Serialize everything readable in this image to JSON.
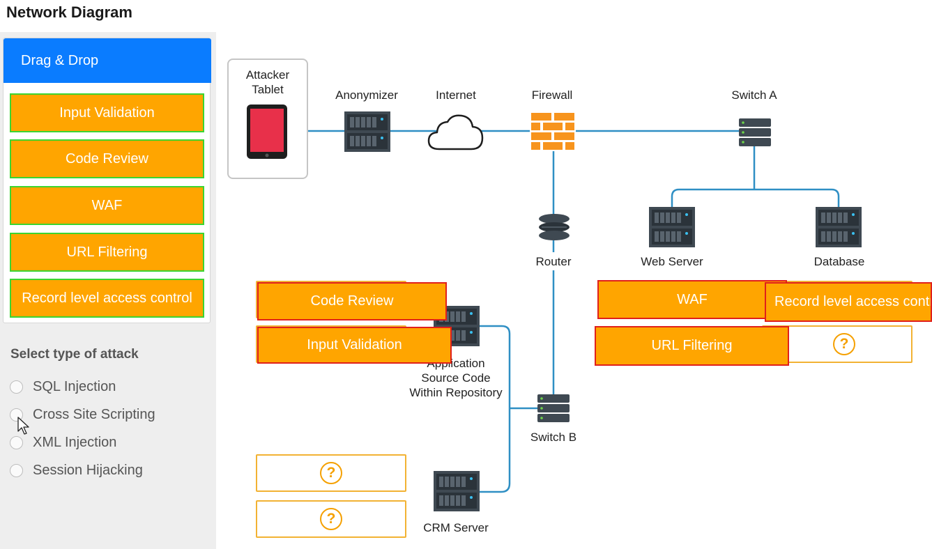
{
  "page": {
    "title": "Network Diagram"
  },
  "sidebar": {
    "drag_header": "Drag & Drop",
    "items": [
      {
        "label": "Input Validation"
      },
      {
        "label": "Code Review"
      },
      {
        "label": "WAF"
      },
      {
        "label": "URL Filtering"
      },
      {
        "label": "Record level access control"
      }
    ],
    "attack_title": "Select type of attack",
    "attack_options": [
      {
        "label": "SQL Injection",
        "selected": false
      },
      {
        "label": "Cross Site Scripting",
        "selected": false
      },
      {
        "label": "XML Injection",
        "selected": false
      },
      {
        "label": "Session Hijacking",
        "selected": false
      }
    ]
  },
  "diagram": {
    "nodes": {
      "attacker": "Attacker\nTablet",
      "anonymizer": "Anonymizer",
      "internet": "Internet",
      "firewall": "Firewall",
      "switch_a": "Switch A",
      "router": "Router",
      "web_server": "Web Server",
      "database": "Database",
      "app_source": "Application\nSource Code\nWithin Repository",
      "switch_b": "Switch B",
      "crm_server": "CRM Server"
    },
    "placed": {
      "app_code_review": "Code Review",
      "app_input_validation": "Input Validation",
      "web_waf": "WAF",
      "web_url_filtering": "URL Filtering",
      "db_record_level": "Record level access control"
    },
    "empty_slot_symbol": "?"
  },
  "colors": {
    "accent_blue": "#0a7cff",
    "item_orange": "#ffa500",
    "valid_border": "#3bd531",
    "placed_border": "#e0201b",
    "link_blue": "#2f8fc4"
  }
}
